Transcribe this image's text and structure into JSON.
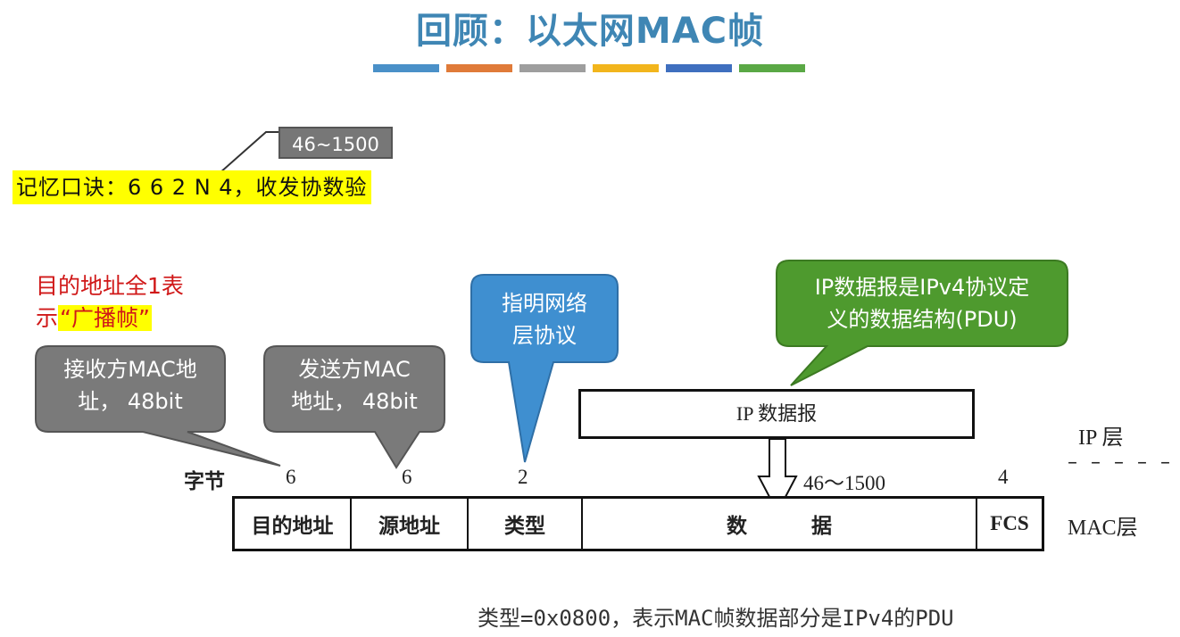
{
  "title": "回顾：以太网MAC帧",
  "title_bar_colors": [
    "#4a90c8",
    "#e07b39",
    "#9e9e9e",
    "#f2b51c",
    "#3f6fbf",
    "#5aa845"
  ],
  "mnemonic": {
    "text": "记忆口诀：6 6 2 N 4，收发协数验",
    "n_value": "46~1500"
  },
  "broadcast_note": {
    "line1": "目的地址全1表",
    "line2_prefix": "示",
    "line2_quoted": "“广播帧”"
  },
  "callouts": {
    "dest": "接收方MAC地\n址， 48bit",
    "src": "发送方MAC\n地址， 48bit",
    "type": "指明网络\n层协议",
    "ip": "IP数据报是IPv4协议定\n义的数据结构(PDU)"
  },
  "ip_datagram_label": "IP 数据报",
  "layers": {
    "ip": "IP 层",
    "dash": "– – – – –",
    "mac": "MAC层"
  },
  "byte_row": {
    "label": "字节",
    "dest": "6",
    "src": "6",
    "type": "2",
    "data": "46～1500",
    "fcs": "4"
  },
  "frame_fields": {
    "dest": "目的地址",
    "src": "源地址",
    "type": "类型",
    "data_left": "数",
    "data_right": "据",
    "fcs": "FCS"
  },
  "bottom_note": "类型=0x0800，表示MAC帧数据部分是IPv4的PDU",
  "colors": {
    "title": "#3f86b4",
    "gray_callout": "#7a7a7a",
    "blue_callout": "#3f8fd0",
    "green_callout": "#4e9a2e",
    "highlight": "#ffff00",
    "broadcast_text": "#d01818"
  }
}
